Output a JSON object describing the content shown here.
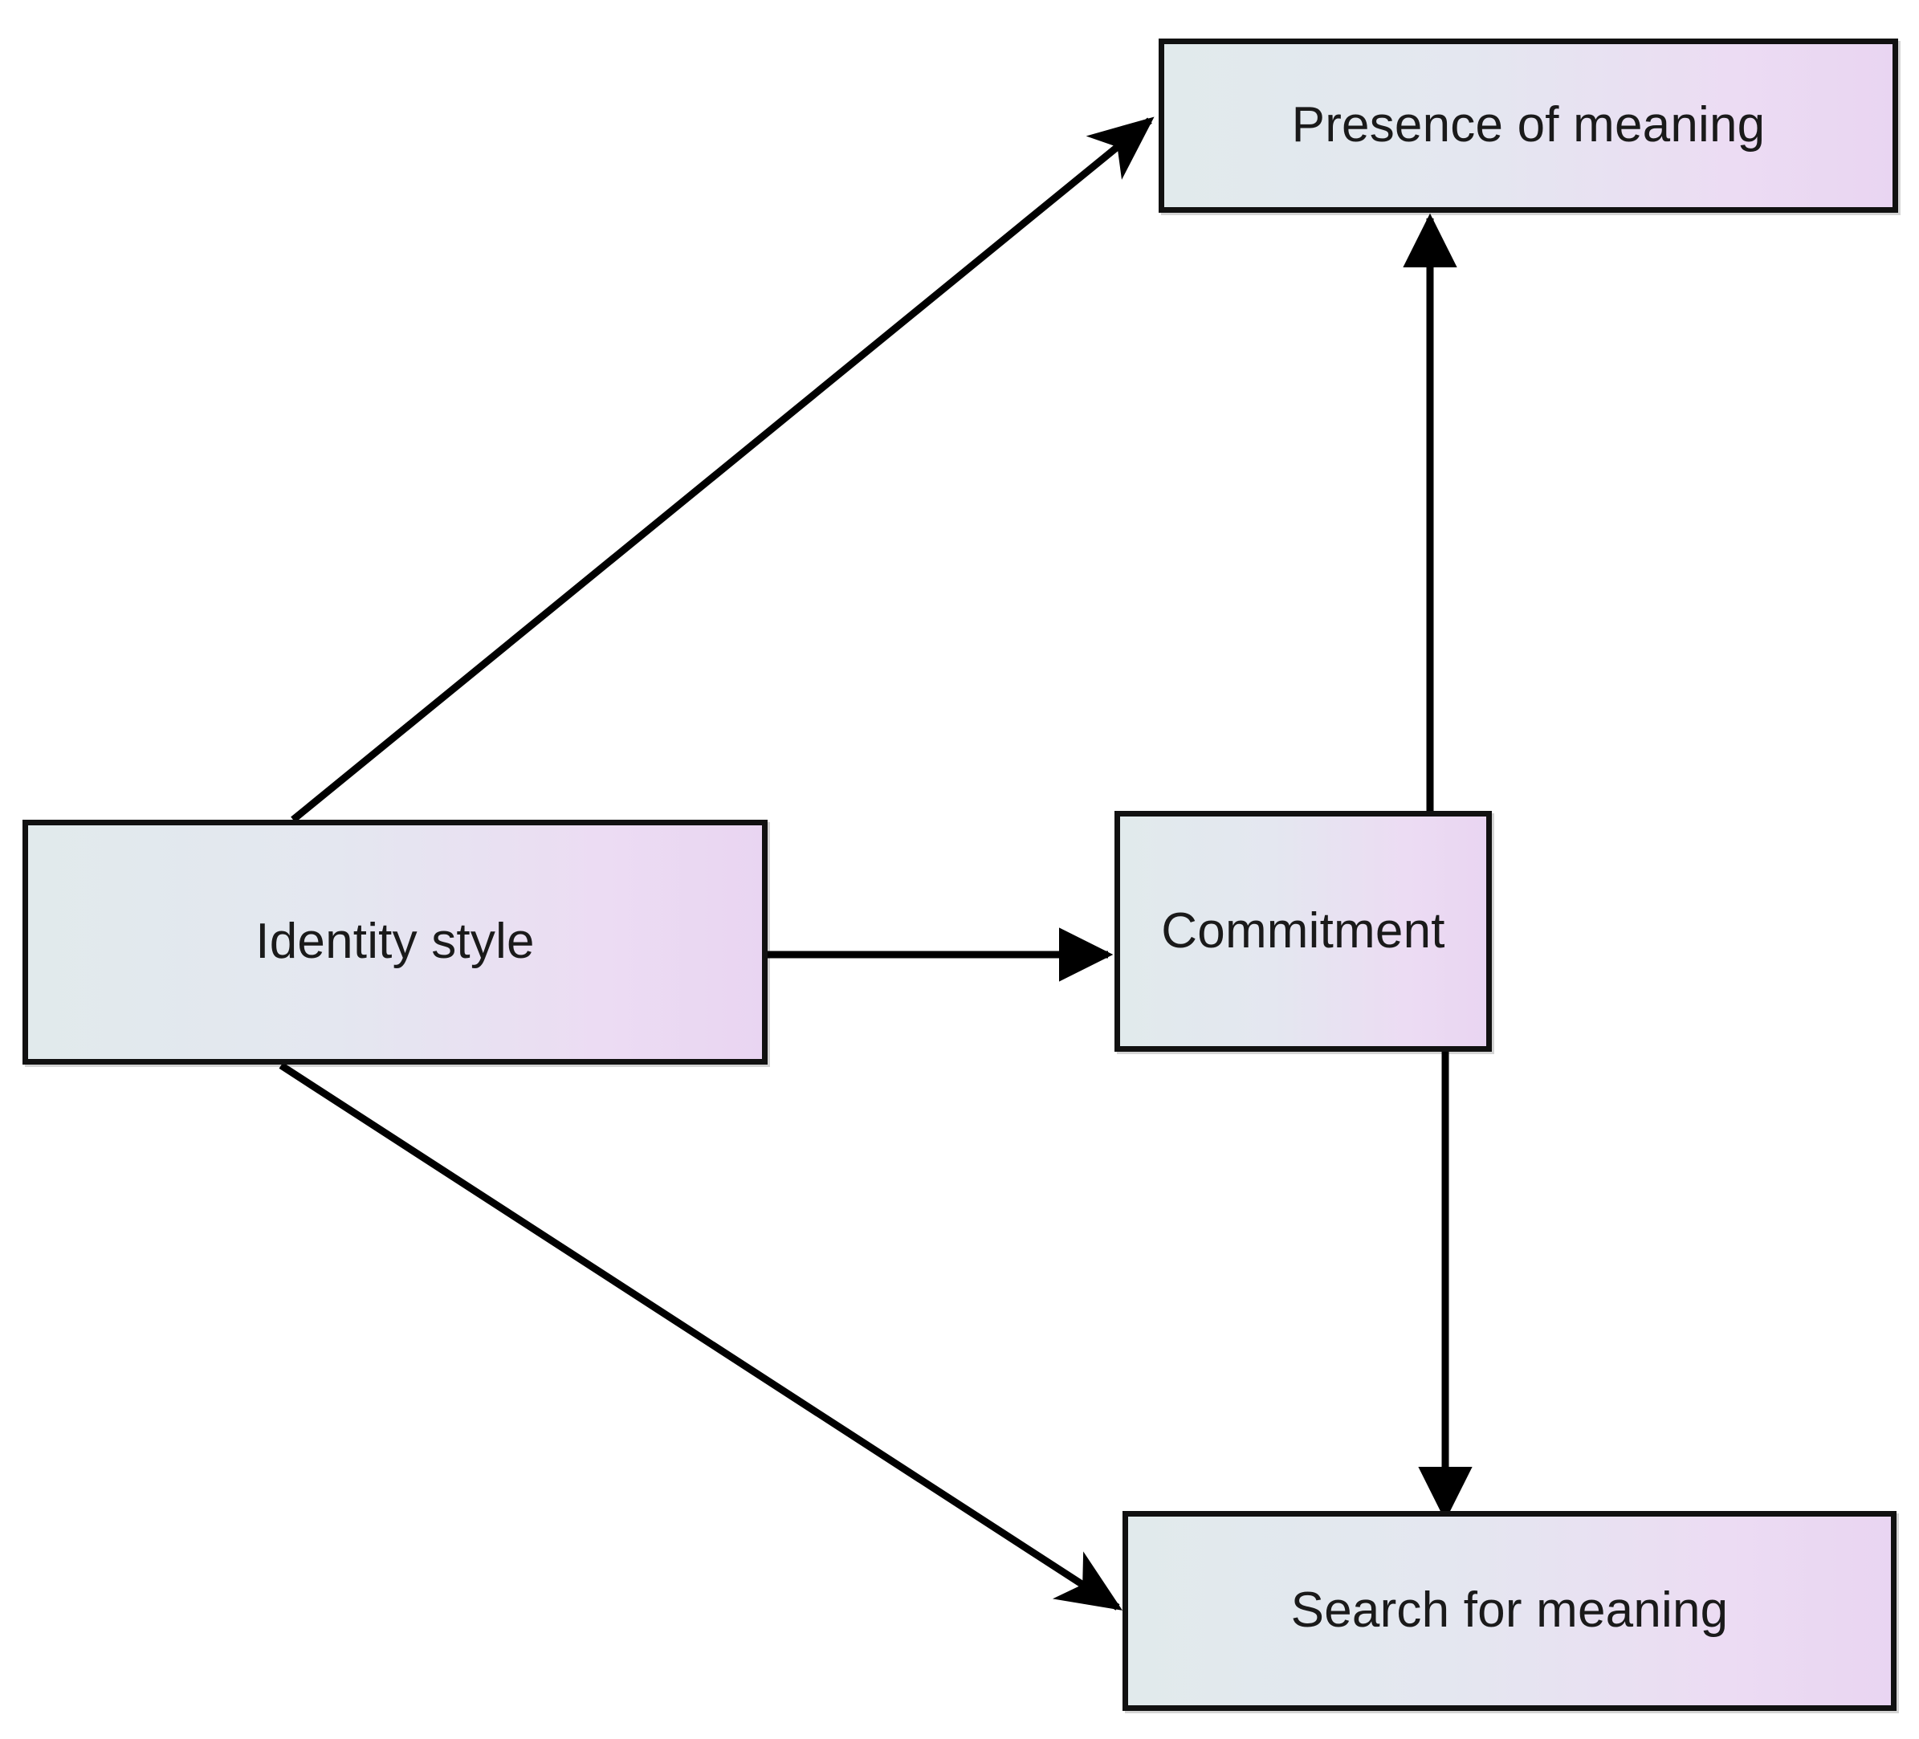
{
  "diagram": {
    "type": "flow-diagram",
    "background_color": "#ffffff",
    "node_border_color": "#111111",
    "node_gradient_from": "#e1eaec",
    "node_gradient_to": "#e9d5f2",
    "edge_color": "#000000",
    "nodes": [
      {
        "id": "presence-of-meaning",
        "label": "Presence of meaning"
      },
      {
        "id": "identity-style",
        "label": "Identity style"
      },
      {
        "id": "commitment",
        "label": "Commitment"
      },
      {
        "id": "search-for-meaning",
        "label": "Search for meaning"
      }
    ],
    "edges": [
      {
        "id": "identity-to-presence",
        "from": "Identity style",
        "to": "Presence of meaning",
        "style": "solid",
        "arrow": "single"
      },
      {
        "id": "identity-to-commitment",
        "from": "Identity style",
        "to": "Commitment",
        "style": "solid",
        "arrow": "single"
      },
      {
        "id": "identity-to-search",
        "from": "Identity style",
        "to": "Search for meaning",
        "style": "solid",
        "arrow": "single"
      },
      {
        "id": "commitment-to-presence",
        "from": "Commitment",
        "to": "Presence of meaning",
        "style": "solid",
        "arrow": "single"
      },
      {
        "id": "commitment-to-search",
        "from": "Commitment",
        "to": "Search for meaning",
        "style": "solid",
        "arrow": "single"
      }
    ]
  }
}
